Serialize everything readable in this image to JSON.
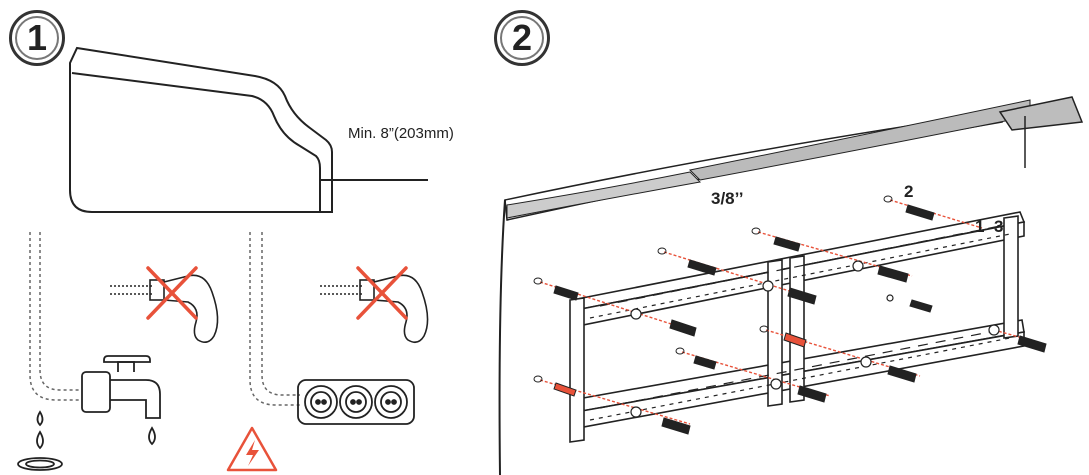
{
  "steps": [
    {
      "number": "1"
    },
    {
      "number": "2"
    }
  ],
  "labels": {
    "min_distance": "Min. 8”(203mm)",
    "screw_size": "3/8’’",
    "order_2": "2",
    "order_1": "1",
    "order_3": "3"
  },
  "icons": {
    "prohibit_cross": "x-mark-icon",
    "warning": "high-voltage-icon"
  },
  "colors": {
    "line": "#222222",
    "cross": "#e8523a",
    "screw_guide": "#e8523a",
    "dashed_pipe": "#666666"
  }
}
